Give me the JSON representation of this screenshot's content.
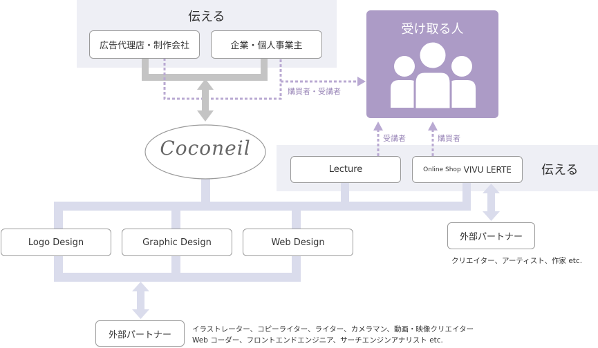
{
  "top": {
    "title": "伝える",
    "box_agency": "広告代理店・制作会社",
    "box_company": "企業・個人事業主",
    "purchaser_label": "購買者・受講者"
  },
  "receiver": {
    "title": "受け取る人",
    "icon": "people-group-icon",
    "label_student": "受講者",
    "label_buyer": "購買者"
  },
  "hub": {
    "brand": "Coconeil"
  },
  "services": {
    "title": "伝える",
    "lecture": "Lecture",
    "shop_prefix": "Online Shop",
    "shop_name": "VIVU LERTE"
  },
  "right_partner": {
    "label": "外部パートナー",
    "desc": "クリエイター、アーティスト、作家 etc."
  },
  "design": {
    "logo": "Logo Design",
    "graphic": "Graphic Design",
    "web": "Web Design"
  },
  "bottom_partner": {
    "label": "外部パートナー",
    "desc_line1": "イラストレーター、コピーライター、ライター、カメラマン、動画・映像クリエイター",
    "desc_line2": "Web コーダー、フロントエンドエンジニア、サーチエンジンアナリスト etc."
  },
  "colors": {
    "panel": "#eeeff5",
    "purple": "#ac9bc6",
    "purple_dark": "#9a87b8",
    "connector_lavender": "#dadcec",
    "connector_gray": "#c4c4c4"
  }
}
